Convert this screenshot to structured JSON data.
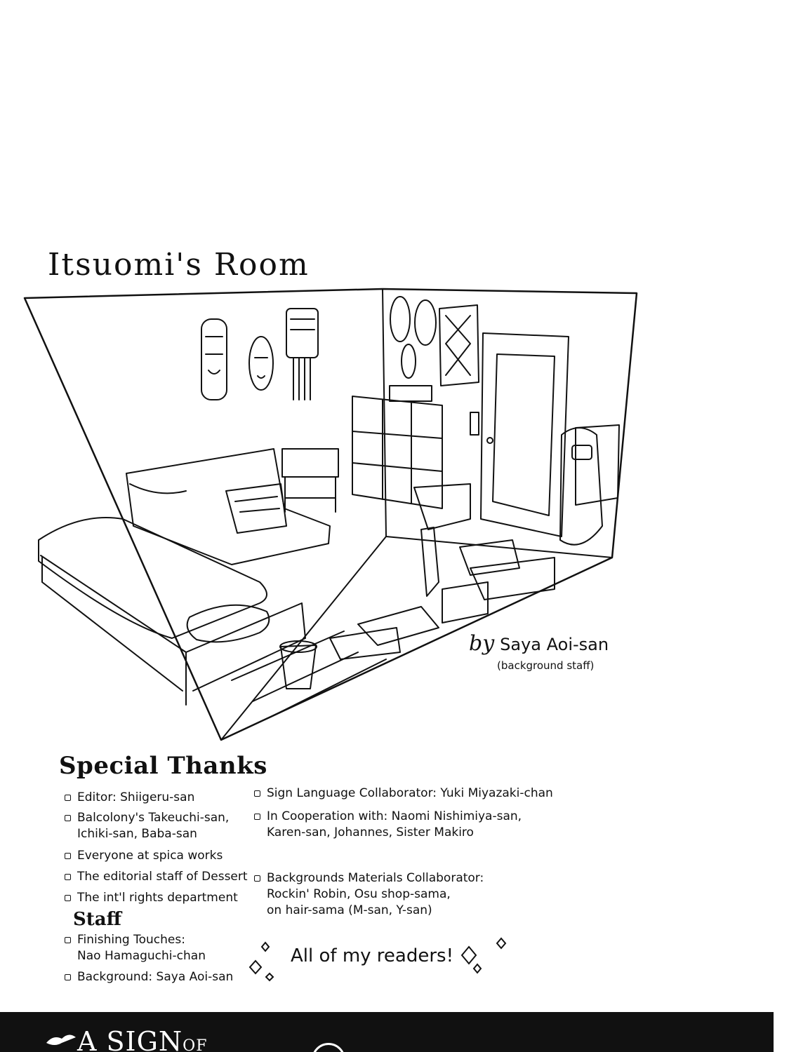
{
  "title": "Itsuomi's Room",
  "credit": {
    "by": "by",
    "artist": "Saya Aoi-san",
    "role": "(background staff)"
  },
  "special_thanks": {
    "heading": "Special Thanks",
    "left_items": [
      [
        "Editor: Shiigeru-san"
      ],
      [
        "Balcolony's Takeuchi-san,",
        "Ichiki-san, Baba-san"
      ],
      [
        "Everyone at spica works"
      ],
      [
        "The editorial staff of Dessert"
      ],
      [
        "The int'l rights department"
      ]
    ],
    "right_items": [
      [
        "Sign Language Collaborator: Yuki Miyazaki-chan"
      ],
      [
        "In Cooperation with: Naomi Nishimiya-san,",
        "Karen-san, Johannes, Sister Makiro"
      ],
      [
        "Backgrounds Materials Collaborator:",
        "Rockin' Robin, Osu shop-sama,",
        "on hair-sama (M-san, Y-san)"
      ]
    ]
  },
  "staff": {
    "heading": "Staff",
    "items": [
      [
        "Finishing Touches:",
        "Nao Hamaguchi-chan"
      ],
      [
        "Background: Saya Aoi-san"
      ]
    ]
  },
  "readers": "All of my readers!",
  "banner": {
    "text_main": "A SIGN",
    "text_small": "OF"
  }
}
